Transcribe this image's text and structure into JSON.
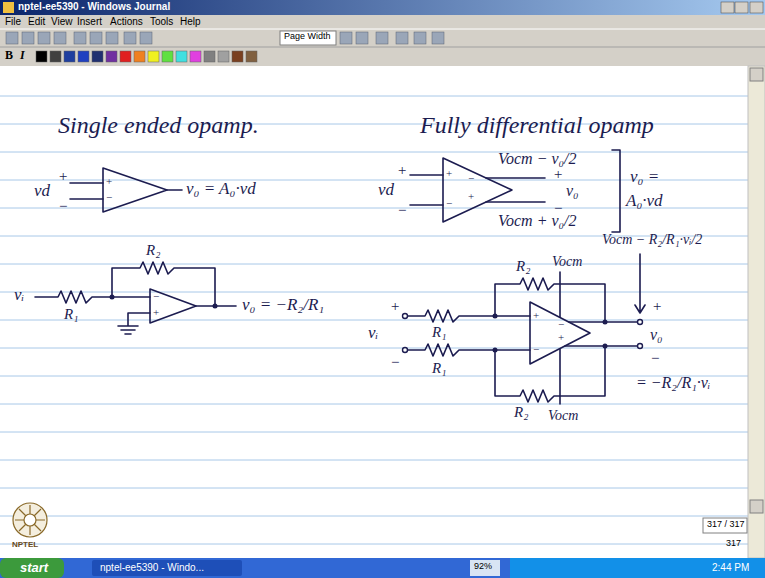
{
  "diagram": {
    "nodes": [
      {
        "text": [
          "+",
          "−"
        ]
      },
      {
        "text": [
          "+",
          "−",
          "−",
          "+"
        ]
      },
      {
        "text": [
          "−",
          "+"
        ]
      },
      {
        "text": [
          "+",
          "−",
          "−",
          "+"
        ]
      }
    ],
    "labels": [
      "nptel-ee5390 - Windows Journal",
      "File",
      "Edit",
      "View",
      "Insert",
      "Actions",
      "Tools",
      "Help",
      "Page Width",
      "B",
      "I",
      "Single ended opamp.",
      "Fully differential opamp",
      "vd",
      "+",
      "−",
      "v₀ = A₀·vd",
      "vd",
      "+",
      "−",
      "Vocm − v₀/2",
      "+",
      "v₀",
      "−",
      "Vocm + v₀/2",
      "v₀ =",
      "A₀·vd",
      "vᵢ",
      "R₁",
      "R₂",
      "v₀ = −R₂/R₁",
      "R₂",
      "Vocm",
      "Vocm − R₂/R₁·vᵢ/2",
      "R₁",
      "vᵢ",
      "+",
      "−",
      "+",
      "v₀",
      "−",
      "R₁",
      "= −R₂/R₁·vᵢ",
      "R₂",
      "Vocm",
      "NPTEL",
      "317 / 317",
      "317",
      "start",
      "nptel-ee5390 - Windo...",
      "92%",
      "2:44 PM"
    ]
  }
}
